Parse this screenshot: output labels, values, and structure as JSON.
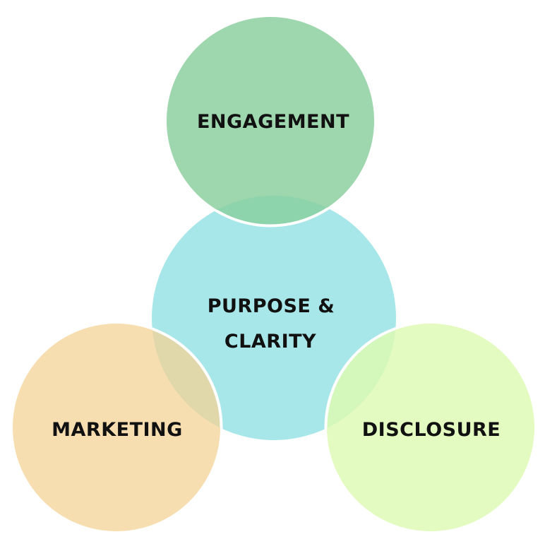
{
  "diagram": {
    "type": "venn",
    "background": "#ffffff",
    "center": {
      "id": "purpose-clarity",
      "lines": [
        "PURPOSE &",
        "CLARITY"
      ],
      "color": "#a8e7e9"
    },
    "circles": [
      {
        "id": "engagement",
        "label": "ENGAGEMENT",
        "color": "#9ed6ae",
        "overlap_color": "#8dd3ab",
        "position": "top"
      },
      {
        "id": "marketing",
        "label": "MARKETING",
        "color": "#f7deb0",
        "overlap_color": "#e0d8ab",
        "position": "bottom-left"
      },
      {
        "id": "disclosure",
        "label": "DISCLOSURE",
        "color": "#e3fbc0",
        "overlap_color": "#d4f7bb",
        "position": "bottom-right"
      }
    ],
    "outline_color": "#ffffff",
    "text_color": "#111111"
  }
}
